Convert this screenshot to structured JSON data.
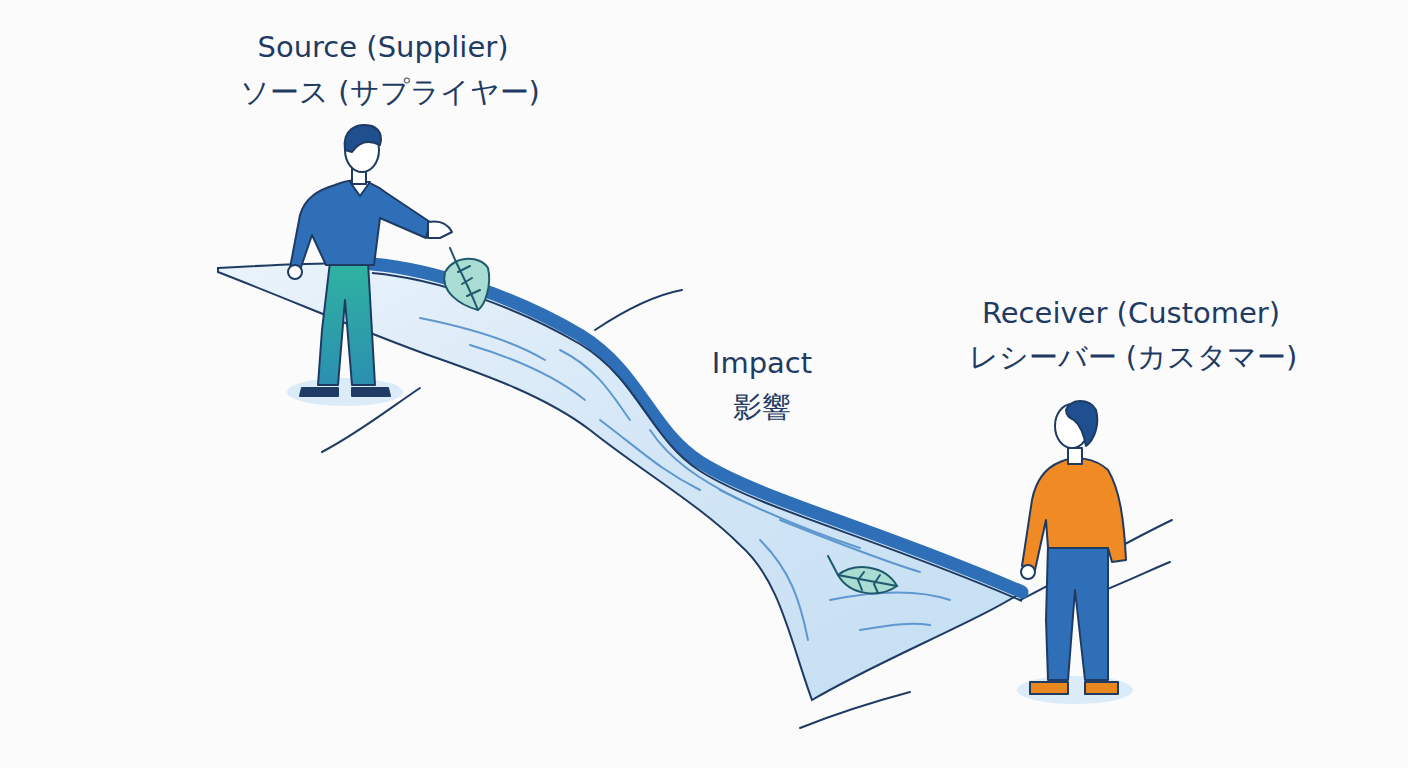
{
  "diagram": {
    "labels": [
      "Source (Supplier)",
      "ソース (サプライヤー)",
      "Impact",
      "影響",
      "Receiver (Customer)",
      "レシーバー (カスタマー)"
    ]
  }
}
